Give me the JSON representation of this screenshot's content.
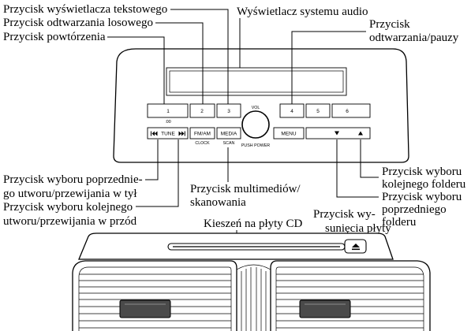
{
  "labels": {
    "text_display_button": "Przycisk wyświetlacza tekstowego",
    "random_button": "Przycisk odtwarzania losowego",
    "repeat_button": "Przycisk powtórzenia",
    "audio_display": "Wyświetlacz systemu audio",
    "play_pause_button": [
      "Przycisk",
      "odtwarzania/pauzy"
    ],
    "prev_track_button": [
      "Przycisk wyboru poprzednie-",
      "go utworu/przewijania w tył"
    ],
    "next_track_button": [
      "Przycisk wyboru kolejnego",
      "utworu/przewijania w przód"
    ],
    "media_scan_button": [
      "Przycisk multimediów/",
      "skanowania"
    ],
    "next_folder_button": [
      "Przycisk wyboru",
      "kolejnego folderu"
    ],
    "prev_folder_button": [
      "Przycisk wyboru",
      "poprzedniego",
      "folderu"
    ],
    "cd_slot": "Kieszeń na płyty CD",
    "eject_button": [
      "Przycisk wy-",
      "sunięcia płyty"
    ]
  },
  "unit": {
    "presets": [
      "1",
      "2",
      "3",
      "4",
      "5",
      "6"
    ],
    "preset_1_sub": ":00",
    "vol": "VOL",
    "push_power": "PUSH POWER",
    "tune": "TUNE",
    "fm_am": "FM/AM",
    "clock": "CLOCK",
    "media": "MEDIA",
    "scan": "SCAN",
    "menu": "MENU"
  },
  "icons": {
    "tune_prev": "seek-back-icon",
    "tune_next": "seek-forward-icon",
    "folder_down": "folder-down-icon",
    "folder_up": "folder-up-icon",
    "eject": "eject-icon"
  },
  "colors": {
    "ink": "#000000",
    "background": "#ffffff",
    "vent_knob": "#4a4a4a"
  }
}
